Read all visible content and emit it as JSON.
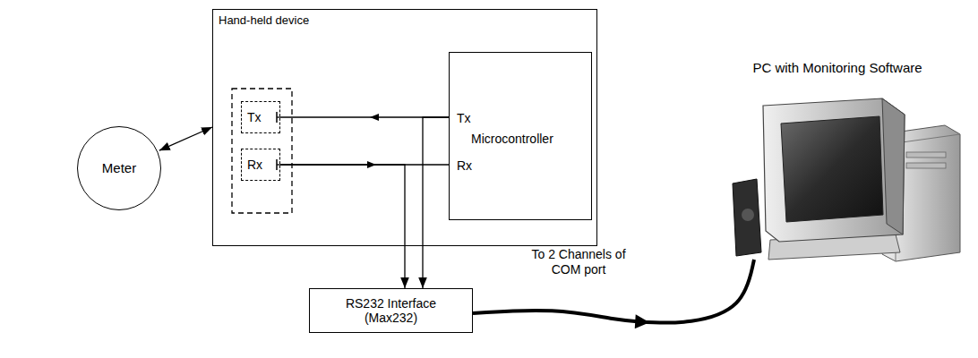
{
  "diagram": {
    "nodes": [
      {
        "text": [
          "Meter"
        ]
      },
      {
        "text": [
          "Hand-held device"
        ]
      },
      {
        "text": [
          "Tx"
        ],
        "in": 1
      },
      {
        "text": [
          "Rx"
        ],
        "in": 1
      },
      {
        "text": [
          "Tx",
          "Microcontroller",
          "Rx"
        ],
        "in": 1
      },
      {
        "text": [
          "RS232 Interface (Max232)"
        ]
      },
      {
        "text": [
          "PC with Monitoring Software"
        ]
      }
    ],
    "edges": [
      {
        "from": 0,
        "to": 1,
        "arrow": "both"
      },
      {
        "from": 4,
        "to": 2,
        "arrow": "to"
      },
      {
        "from": 3,
        "to": 4,
        "arrow": "to"
      },
      {
        "from": 4,
        "to": 5,
        "arrow": "to"
      },
      {
        "from": 3,
        "to": 5,
        "arrow": "to"
      },
      {
        "from": 5,
        "to": 6,
        "arrow": "to",
        "label": "To 2 Channels of COM port"
      }
    ]
  }
}
